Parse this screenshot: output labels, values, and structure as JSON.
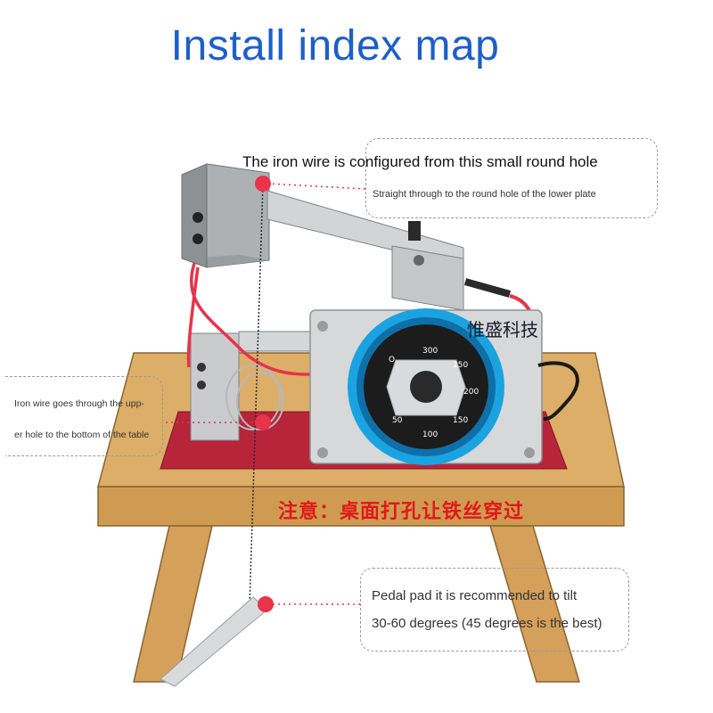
{
  "title": "Install index map",
  "callouts": {
    "top": {
      "line1": "The iron wire is configured from this small round hole",
      "line2": "Straight through to the round hole of the lower plate"
    },
    "left": {
      "line1": "Iron wire goes through the upp-",
      "line2": "er hole to the bottom of the table"
    },
    "bottom": {
      "line1": "Pedal pad it is recommended to tilt",
      "line2": "30-60 degrees (45 degrees is the best)"
    }
  },
  "table_notice": "注意：桌面打孔让铁丝穿过",
  "brand_watermark": "惟盛科技",
  "dial_labels": [
    "300",
    "250",
    "200",
    "150",
    "100",
    "50"
  ],
  "colors": {
    "title": "#1e5fc8",
    "marker": "#e8334a",
    "notice": "#e01818",
    "table_wood": "#d9a85e",
    "base_plate": "#b8243a",
    "dial_ring": "#1aa3e0"
  }
}
